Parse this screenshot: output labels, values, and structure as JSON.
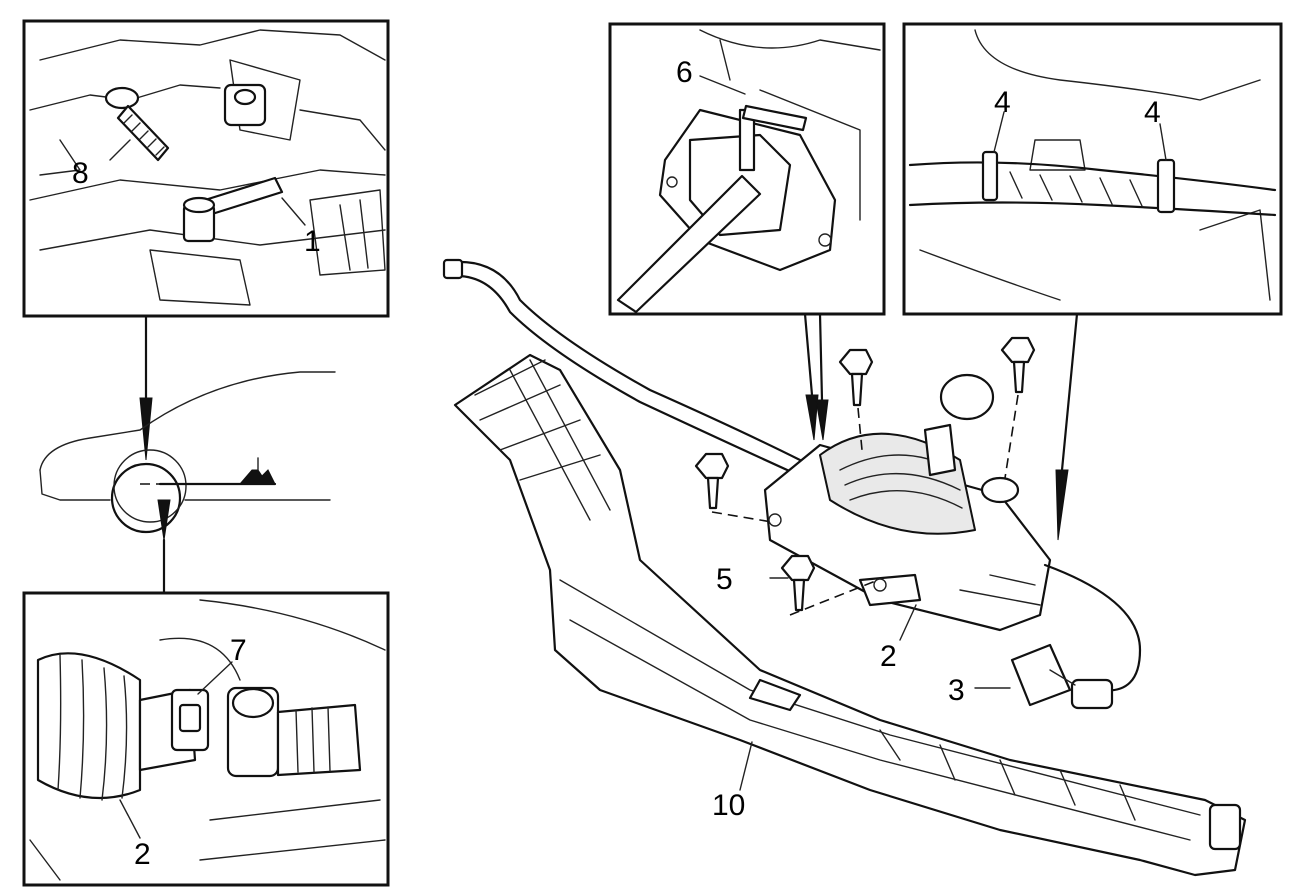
{
  "callouts": {
    "c1": "1",
    "c2a": "2",
    "c2b": "2",
    "c3": "3",
    "c4a": "4",
    "c4b": "4",
    "c5": "5",
    "c6": "6",
    "c7": "7",
    "c8": "8",
    "c10": "10"
  }
}
